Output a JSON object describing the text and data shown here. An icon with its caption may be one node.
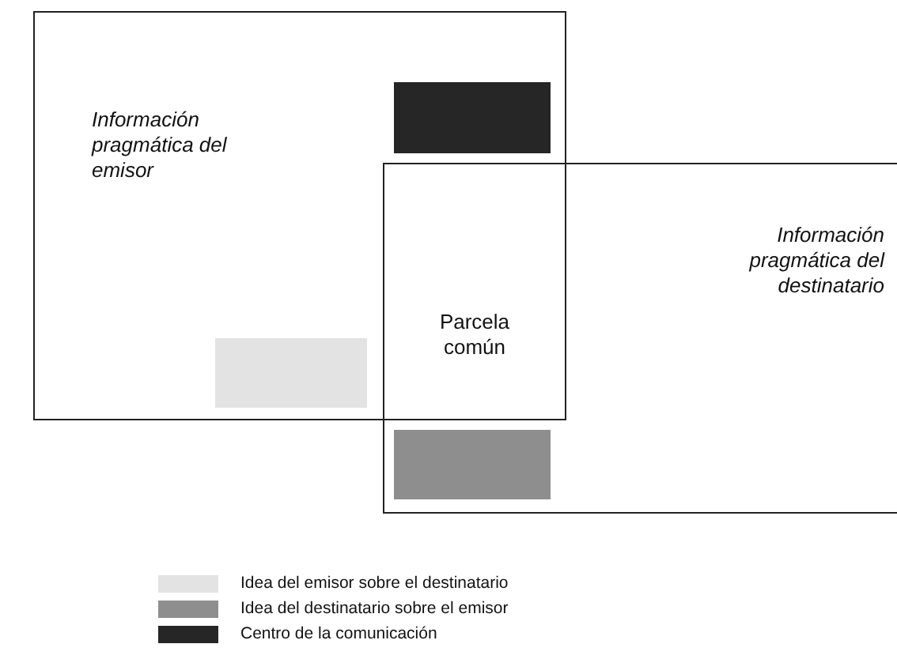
{
  "diagram": {
    "nodes": [
      {
        "text": [
          "Información pragmática del emisor"
        ]
      },
      {
        "text": [],
        "shape": "box",
        "in": 0
      },
      {
        "text": [],
        "shape": "box",
        "in": 0
      },
      {
        "text": [
          "Información pragmática del destinatario"
        ]
      },
      {
        "text": [],
        "shape": "box",
        "in": 3
      }
    ],
    "edges": [],
    "labels": [
      "Parcela común"
    ],
    "legend": [
      {
        "text": "Idea del emisor sobre el destinatario",
        "color": "#e3e3e3"
      },
      {
        "text": "Idea del destinatario sobre el emisor",
        "color": "#8e8e8e"
      },
      {
        "text": "Centro de la comunicación",
        "color": "#262626"
      }
    ]
  }
}
